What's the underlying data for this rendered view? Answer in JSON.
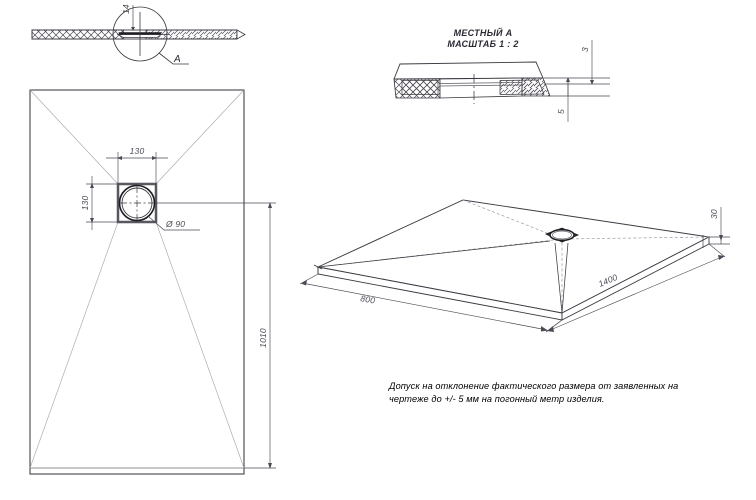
{
  "drawing": {
    "type": "technical-cad-drawing",
    "subject": "shower-tray",
    "background": "#ffffff",
    "line_color": "#3a3a42",
    "dim_color": "#4a4a55",
    "construction_color": "#9a9aa2"
  },
  "views": {
    "section_top": {
      "name": "top-section-view",
      "detail_circle_label": "A",
      "thickness_dim": "14"
    },
    "detail_a": {
      "title_line1": "МЕСТНЫЙ А",
      "title_line2": "МАСШТАБ 1 : 2",
      "dim_upper": "3",
      "dim_lower": "5"
    },
    "plan": {
      "name": "plan-view",
      "drain_width": "130",
      "drain_height": "130",
      "drain_diameter": "Ø 90",
      "length_dim": "1010"
    },
    "isometric": {
      "name": "isometric-view",
      "width_dim": "800",
      "length_dim": "1400",
      "height_dim": "30"
    }
  },
  "note": {
    "line1": "Допуск на отклонение фактического размера от заявленных на",
    "line2": "чертеже до +/- 5 мм на погонный метр изделия."
  }
}
